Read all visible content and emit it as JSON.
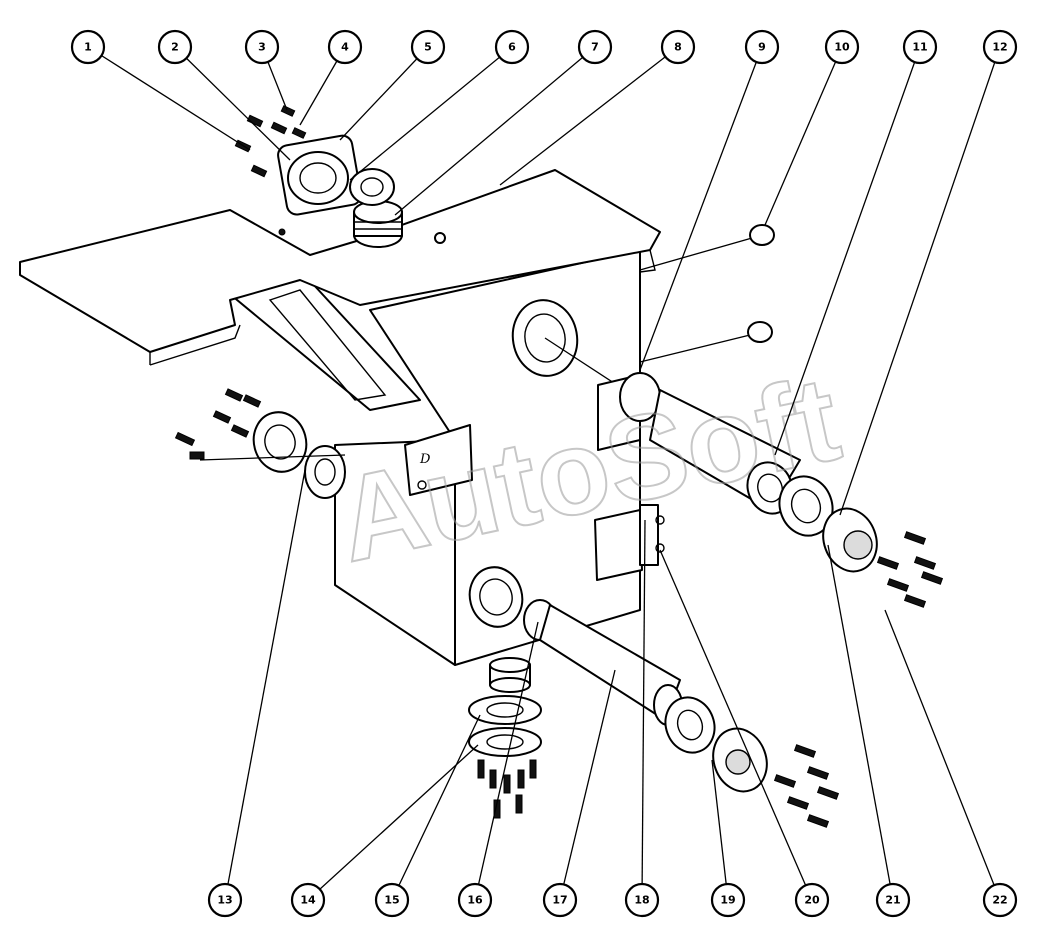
{
  "callouts": {
    "top": [
      "1",
      "2",
      "3",
      "4",
      "5",
      "6",
      "7",
      "8",
      "9",
      "10",
      "11",
      "12"
    ],
    "bottom": [
      "13",
      "14",
      "15",
      "16",
      "17",
      "18",
      "19",
      "20",
      "21",
      "22"
    ]
  },
  "watermark": "AutoSoft",
  "panel_letter": "D"
}
